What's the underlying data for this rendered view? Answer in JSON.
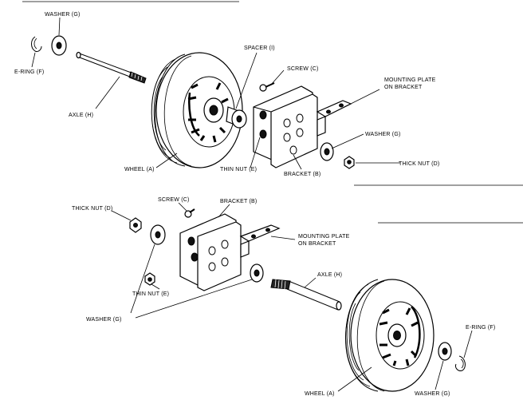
{
  "diagram": {
    "top": {
      "labels": {
        "washer_g_top": "WASHER (G)",
        "ering_f": "E-RING (F)",
        "axle_h": "AXLE (H)",
        "spacer_i": "SPACER (I)",
        "screw_c": "SCREW (C)",
        "mounting_plate_1": "MOUNTING PLATE",
        "mounting_plate_2": "ON BRACKET",
        "washer_g_right": "WASHER (G)",
        "thick_nut_d": "THICK NUT (D)",
        "wheel_a": "WHEEL (A)",
        "thin_nut_e": "THIN NUT (E)",
        "bracket_b": "BRACKET (B)"
      }
    },
    "bottom": {
      "labels": {
        "thick_nut_d": "THICK NUT (D)",
        "screw_c": "SCREW (C)",
        "bracket_b": "BRACKET (B)",
        "mounting_plate_1": "MOUNTING PLATE",
        "mounting_plate_2": "ON BRACKET",
        "axle_h": "AXLE (H)",
        "thin_nut_e": "THIN NUT (E)",
        "washer_g_left": "WASHER (G)",
        "ering_f": "E-RING (F)",
        "wheel_a": "WHEEL (A)",
        "washer_g_bottom": "WASHER (G)"
      }
    }
  }
}
